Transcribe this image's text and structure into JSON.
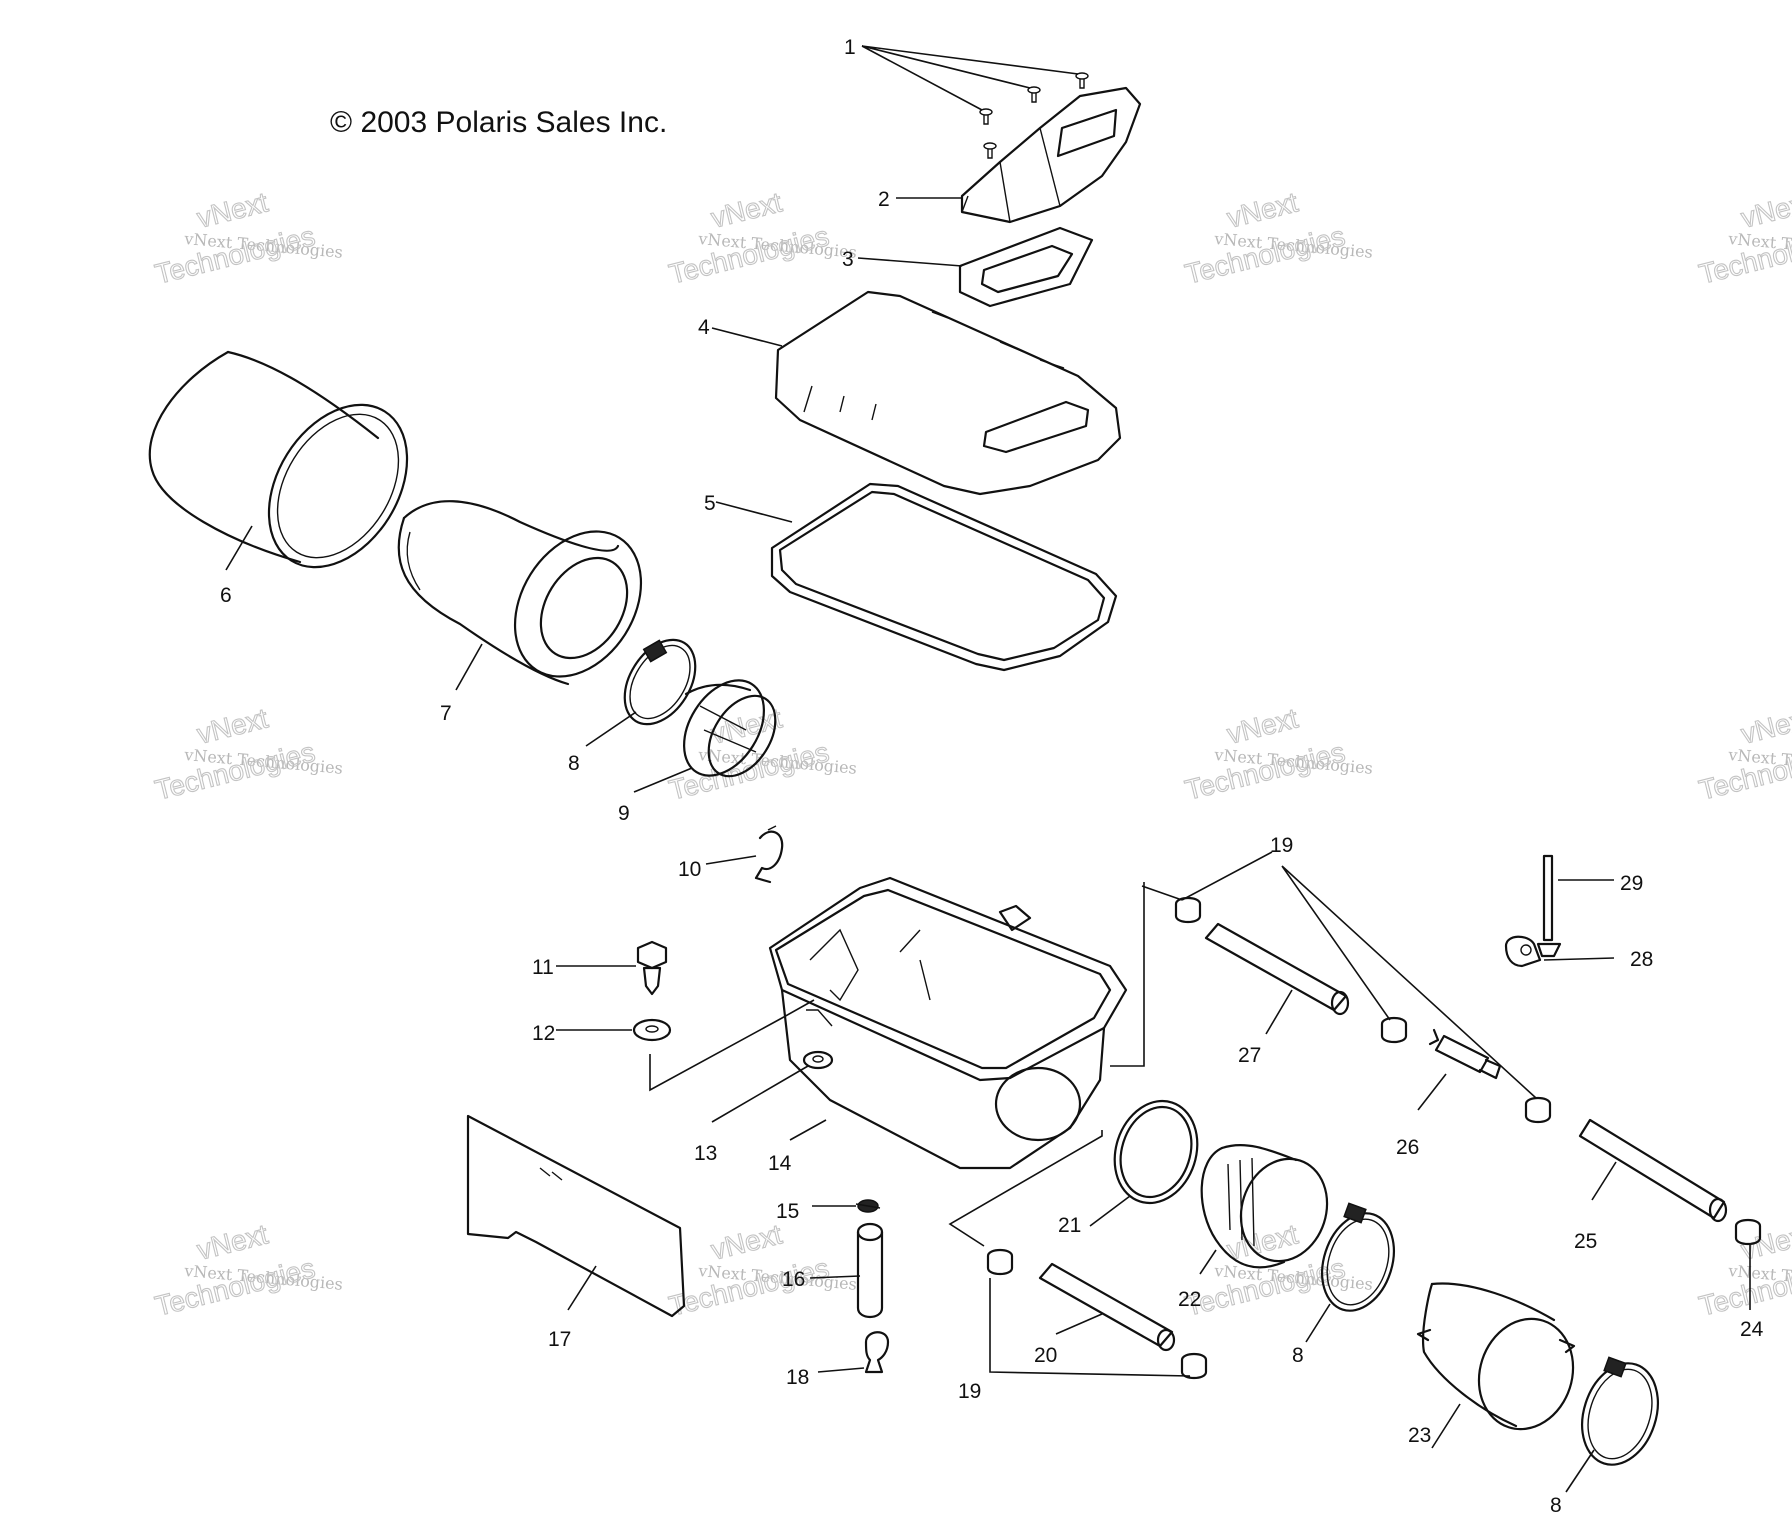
{
  "copyright": "© 2003 Polaris Sales Inc.",
  "watermark": {
    "line1": "vNext",
    "line2": "vNext Technologies",
    "line3": "Technologies"
  },
  "callouts": [
    {
      "id": "c1",
      "text": "1"
    },
    {
      "id": "c2",
      "text": "2"
    },
    {
      "id": "c3",
      "text": "3"
    },
    {
      "id": "c4",
      "text": "4"
    },
    {
      "id": "c5",
      "text": "5"
    },
    {
      "id": "c6",
      "text": "6"
    },
    {
      "id": "c7",
      "text": "7"
    },
    {
      "id": "c8a",
      "text": "8"
    },
    {
      "id": "c9",
      "text": "9"
    },
    {
      "id": "c10",
      "text": "10"
    },
    {
      "id": "c11",
      "text": "11"
    },
    {
      "id": "c12",
      "text": "12"
    },
    {
      "id": "c13",
      "text": "13"
    },
    {
      "id": "c14",
      "text": "14"
    },
    {
      "id": "c15",
      "text": "15"
    },
    {
      "id": "c16",
      "text": "16"
    },
    {
      "id": "c17",
      "text": "17"
    },
    {
      "id": "c18",
      "text": "18"
    },
    {
      "id": "c19a",
      "text": "19"
    },
    {
      "id": "c19b",
      "text": "19"
    },
    {
      "id": "c20",
      "text": "20"
    },
    {
      "id": "c21",
      "text": "21"
    },
    {
      "id": "c22",
      "text": "22"
    },
    {
      "id": "c8b",
      "text": "8"
    },
    {
      "id": "c23",
      "text": "23"
    },
    {
      "id": "c8c",
      "text": "8"
    },
    {
      "id": "c24",
      "text": "24"
    },
    {
      "id": "c25",
      "text": "25"
    },
    {
      "id": "c26",
      "text": "26"
    },
    {
      "id": "c27",
      "text": "27"
    },
    {
      "id": "c28",
      "text": "28"
    },
    {
      "id": "c29",
      "text": "29"
    }
  ]
}
